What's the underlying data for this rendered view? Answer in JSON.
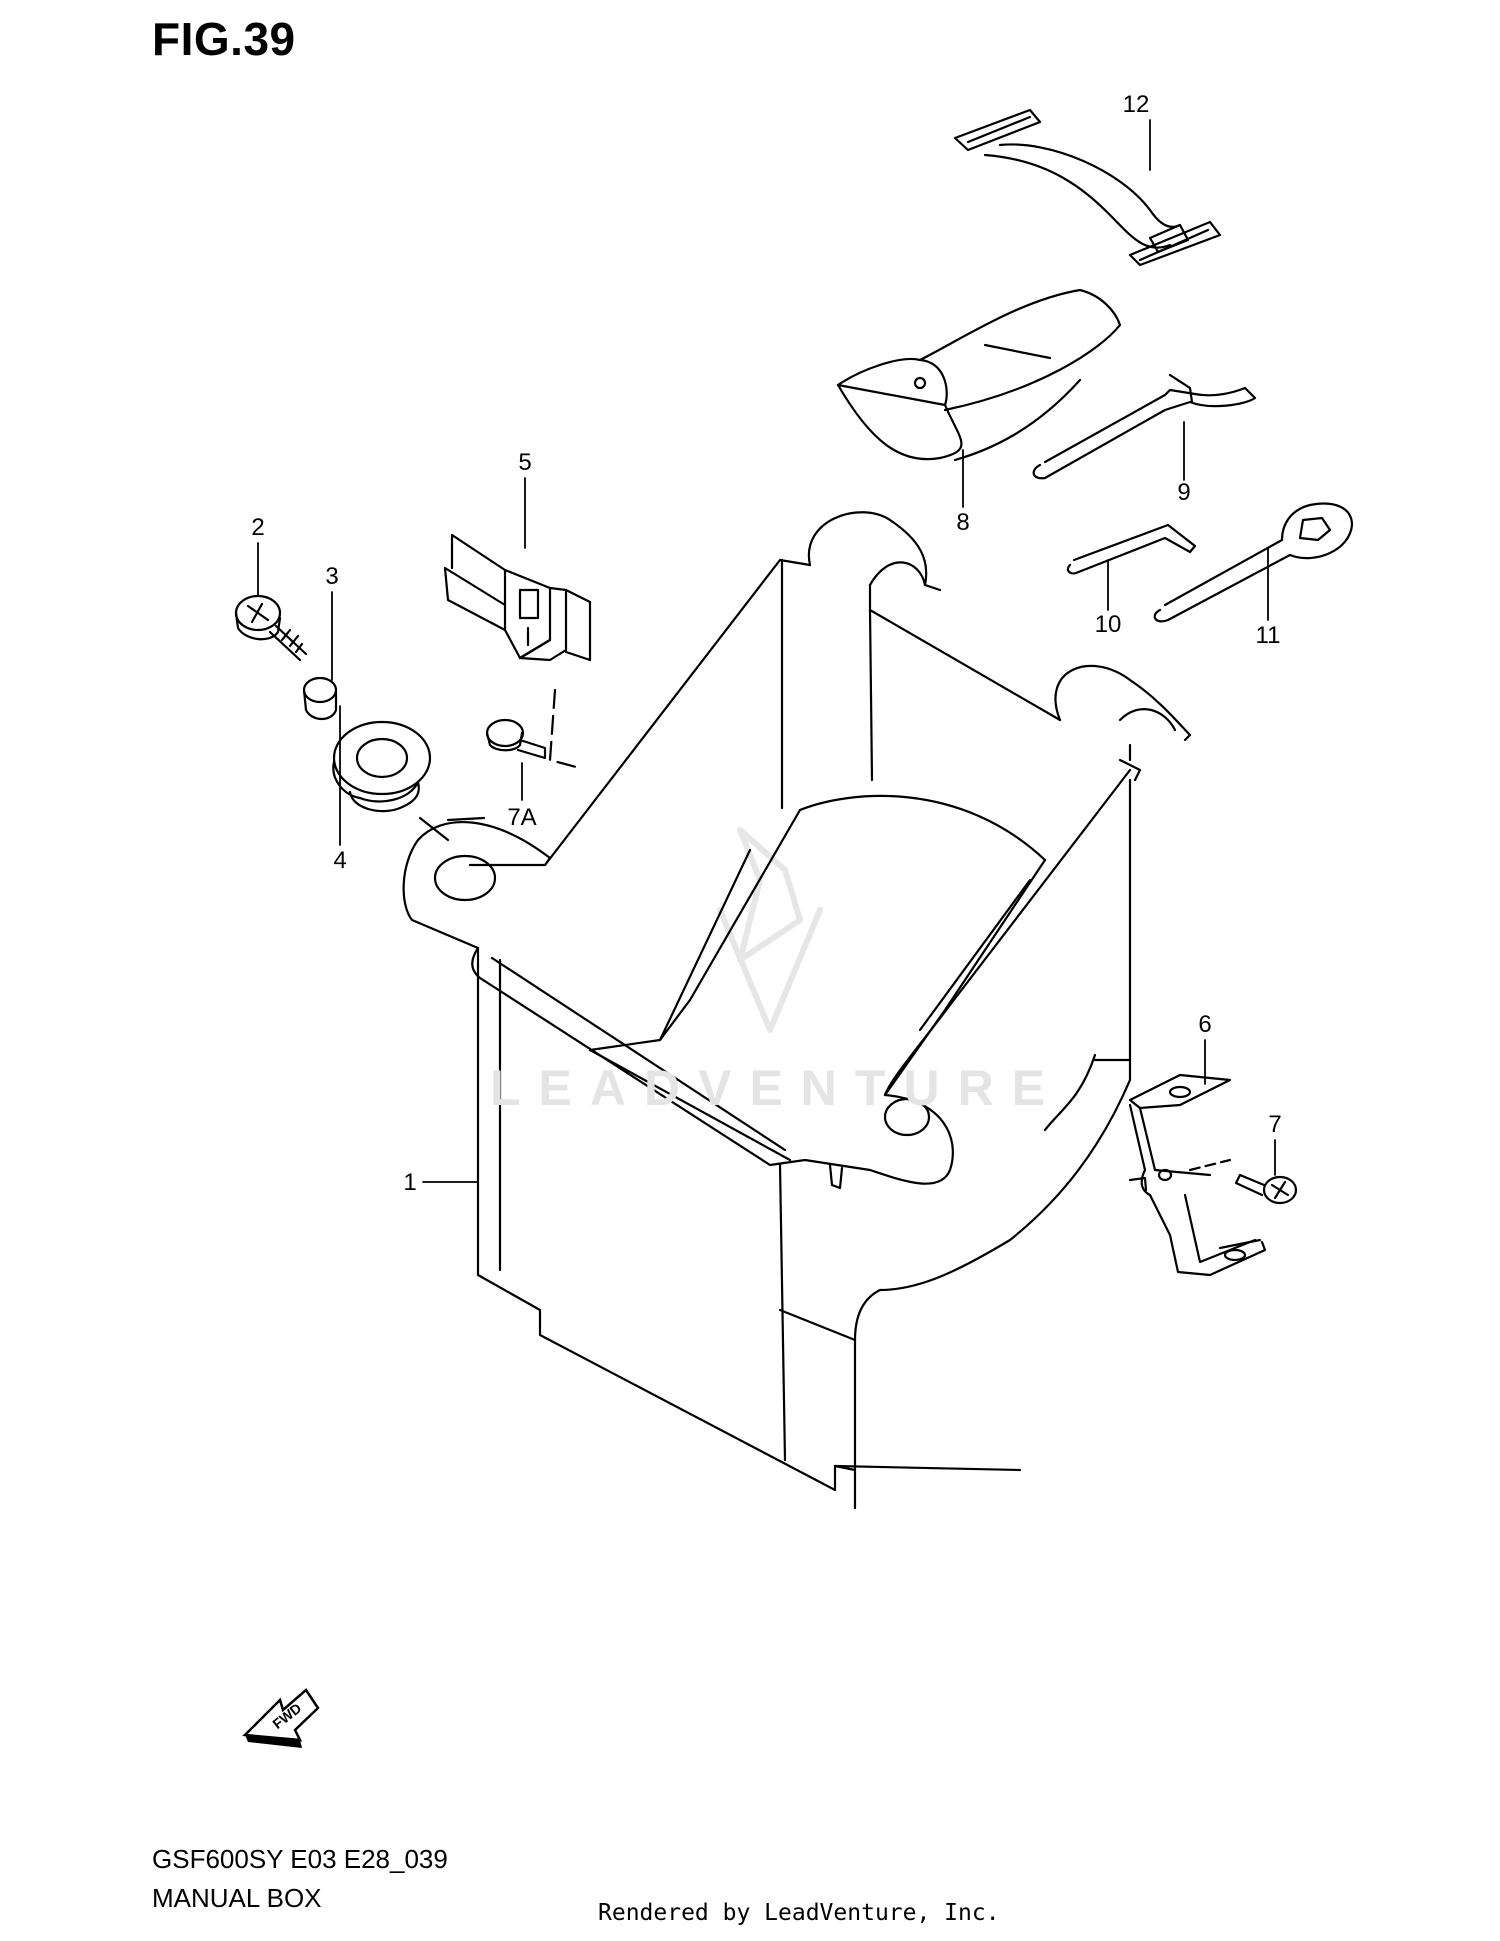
{
  "figure": {
    "title": "FIG.39",
    "model_code": "GSF600SY E03 E28_039",
    "section_name": "MANUAL BOX",
    "render_credit": "Rendered by LeadVenture, Inc.",
    "watermark": "LEADVENTURE",
    "fwd_label": "FWD"
  },
  "callouts": [
    "1",
    "2",
    "3",
    "4",
    "5",
    "6",
    "7",
    "7A",
    "8",
    "9",
    "10",
    "11",
    "12"
  ],
  "colors": {
    "ink": "#000000",
    "watermark": "#e4e4e4",
    "background": "#ffffff"
  }
}
